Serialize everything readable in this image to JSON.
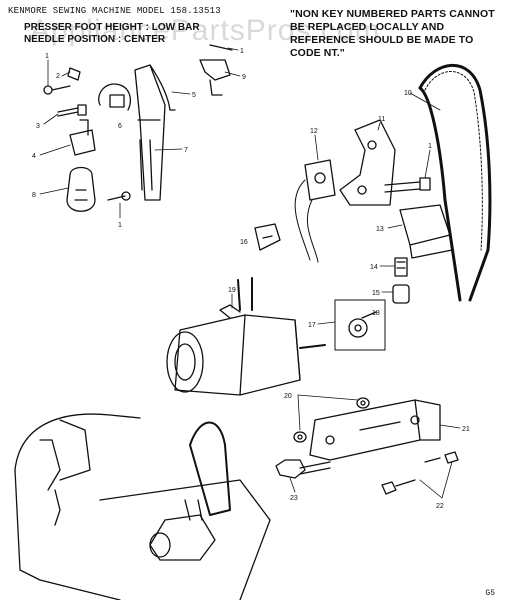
{
  "header": {
    "title_line": "KENMORE SEWING MACHINE   MODEL 158.13513",
    "presser_line": "PRESSER FOOT HEIGHT : LOW BAR",
    "needle_line": "NEEDLE POSITION : CENTER"
  },
  "note": {
    "text": "\"NON KEY NUMBERED PARTS CANNOT BE REPLACED LOCALLY AND REFERENCE SHOULD BE MADE TO CODE NT.\""
  },
  "watermark": "AppliancePartsPros.com",
  "footer_code": "G5",
  "callouts": [
    {
      "label": "1"
    },
    {
      "label": "2"
    },
    {
      "label": "3"
    },
    {
      "label": "4"
    },
    {
      "label": "5"
    },
    {
      "label": "6"
    },
    {
      "label": "7"
    },
    {
      "label": "8"
    },
    {
      "label": "9"
    },
    {
      "label": "10"
    },
    {
      "label": "11"
    },
    {
      "label": "12"
    },
    {
      "label": "13"
    },
    {
      "label": "14"
    },
    {
      "label": "15"
    },
    {
      "label": "16"
    },
    {
      "label": "17"
    },
    {
      "label": "18"
    },
    {
      "label": "19"
    },
    {
      "label": "20"
    },
    {
      "label": "21"
    },
    {
      "label": "22"
    },
    {
      "label": "23"
    },
    {
      "label": "1"
    },
    {
      "label": "1"
    },
    {
      "label": "1"
    }
  ]
}
